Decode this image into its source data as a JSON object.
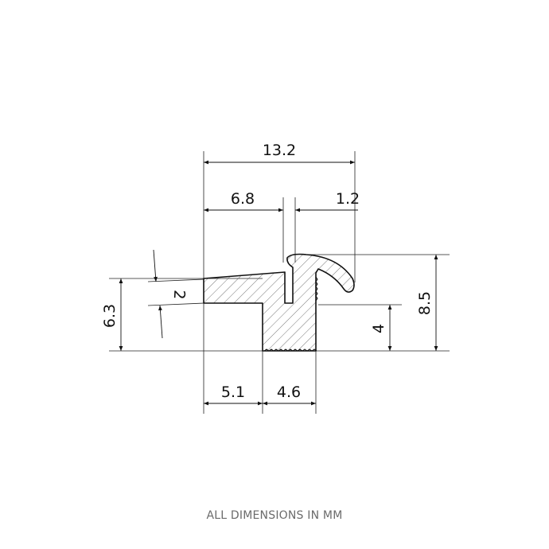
{
  "drawing": {
    "dimensions": {
      "overall_width": "13.2",
      "left_width": "6.8",
      "lip_width": "1.2",
      "overall_height": "8.5",
      "flange_height": "6.3",
      "flange_thickness": "2",
      "stem_height": "4",
      "base_offset": "5.1",
      "stem_width": "4.6"
    },
    "caption": "ALL DIMENSIONS IN MM"
  }
}
